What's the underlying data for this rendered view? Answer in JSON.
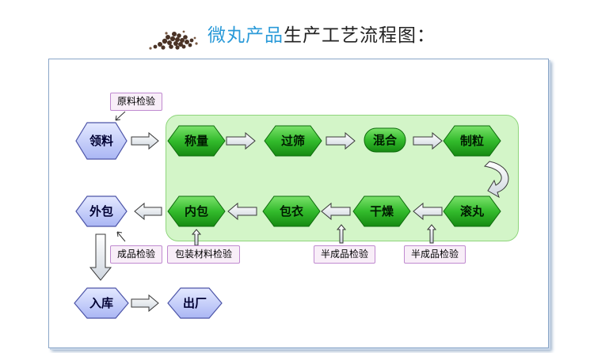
{
  "title": {
    "accent": "微丸产品",
    "rest": "生产工艺流程图："
  },
  "nodes": {
    "lingliao": "领料",
    "chengliang": "称量",
    "guoshai": "过筛",
    "hunhe": "混合",
    "zhili": "制粒",
    "gunwan": "滚丸",
    "ganzao": "干燥",
    "baoyi": "包衣",
    "neibao": "内包",
    "waibao": "外包",
    "ruku": "入库",
    "chuchang": "出厂"
  },
  "notes": {
    "raw_inspection": "原料检验",
    "finished_inspection": "成品检验",
    "packaging_inspection": "包装材料检验",
    "semi_inspection_1": "半成品检验",
    "semi_inspection_2": "半成品检验"
  },
  "colors": {
    "title_accent": "#2a9ad8",
    "green_zone": "#d3f5c8",
    "green_node": "#2fb82f",
    "blue_node": "#c9d2ff",
    "note_border": "#c08ad0"
  }
}
